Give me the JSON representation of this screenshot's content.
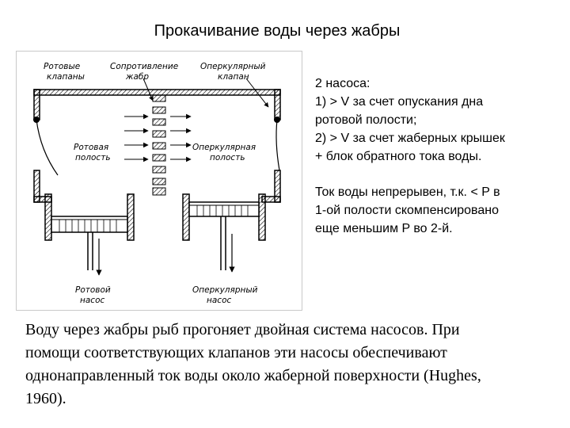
{
  "slide": {
    "title": "Прокачивание воды через жабры"
  },
  "diagram": {
    "labels": {
      "mouth_valves_1": "Ротовые",
      "mouth_valves_2": "клапаны",
      "gill_resistance_1": "Сопротивление",
      "gill_resistance_2": "жабр",
      "opercular_valve_1": "Оперкулярный",
      "opercular_valve_2": "клапан",
      "buccal_cavity_1": "Ротовая",
      "buccal_cavity_2": "полость",
      "opercular_cavity_1": "Оперкулярная",
      "opercular_cavity_2": "полость",
      "buccal_pump_1": "Ротовой",
      "buccal_pump_2": "насос",
      "opercular_pump_1": "Оперкулярный",
      "opercular_pump_2": "насос"
    }
  },
  "notes": {
    "block1": [
      "2 насоса:",
      "1) > V за счет опускания дна",
      "ротовой полости;",
      "2) > V за счет жаберных крышек",
      "+ блок обратного тока воды."
    ],
    "block2": [
      "Ток воды непрерывен, т.к. < P в",
      "1-ой полости скомпенсировано",
      "еще меньшим P во 2-й."
    ]
  },
  "caption": {
    "lines": [
      "Воду через жабры рыб прогоняет двойная система насосов. При",
      "помощи соответствующих клапанов эти насосы обеспечивают",
      "однонаправленный ток воды около жаберной поверхности (Hughes,",
      "1960)."
    ]
  }
}
